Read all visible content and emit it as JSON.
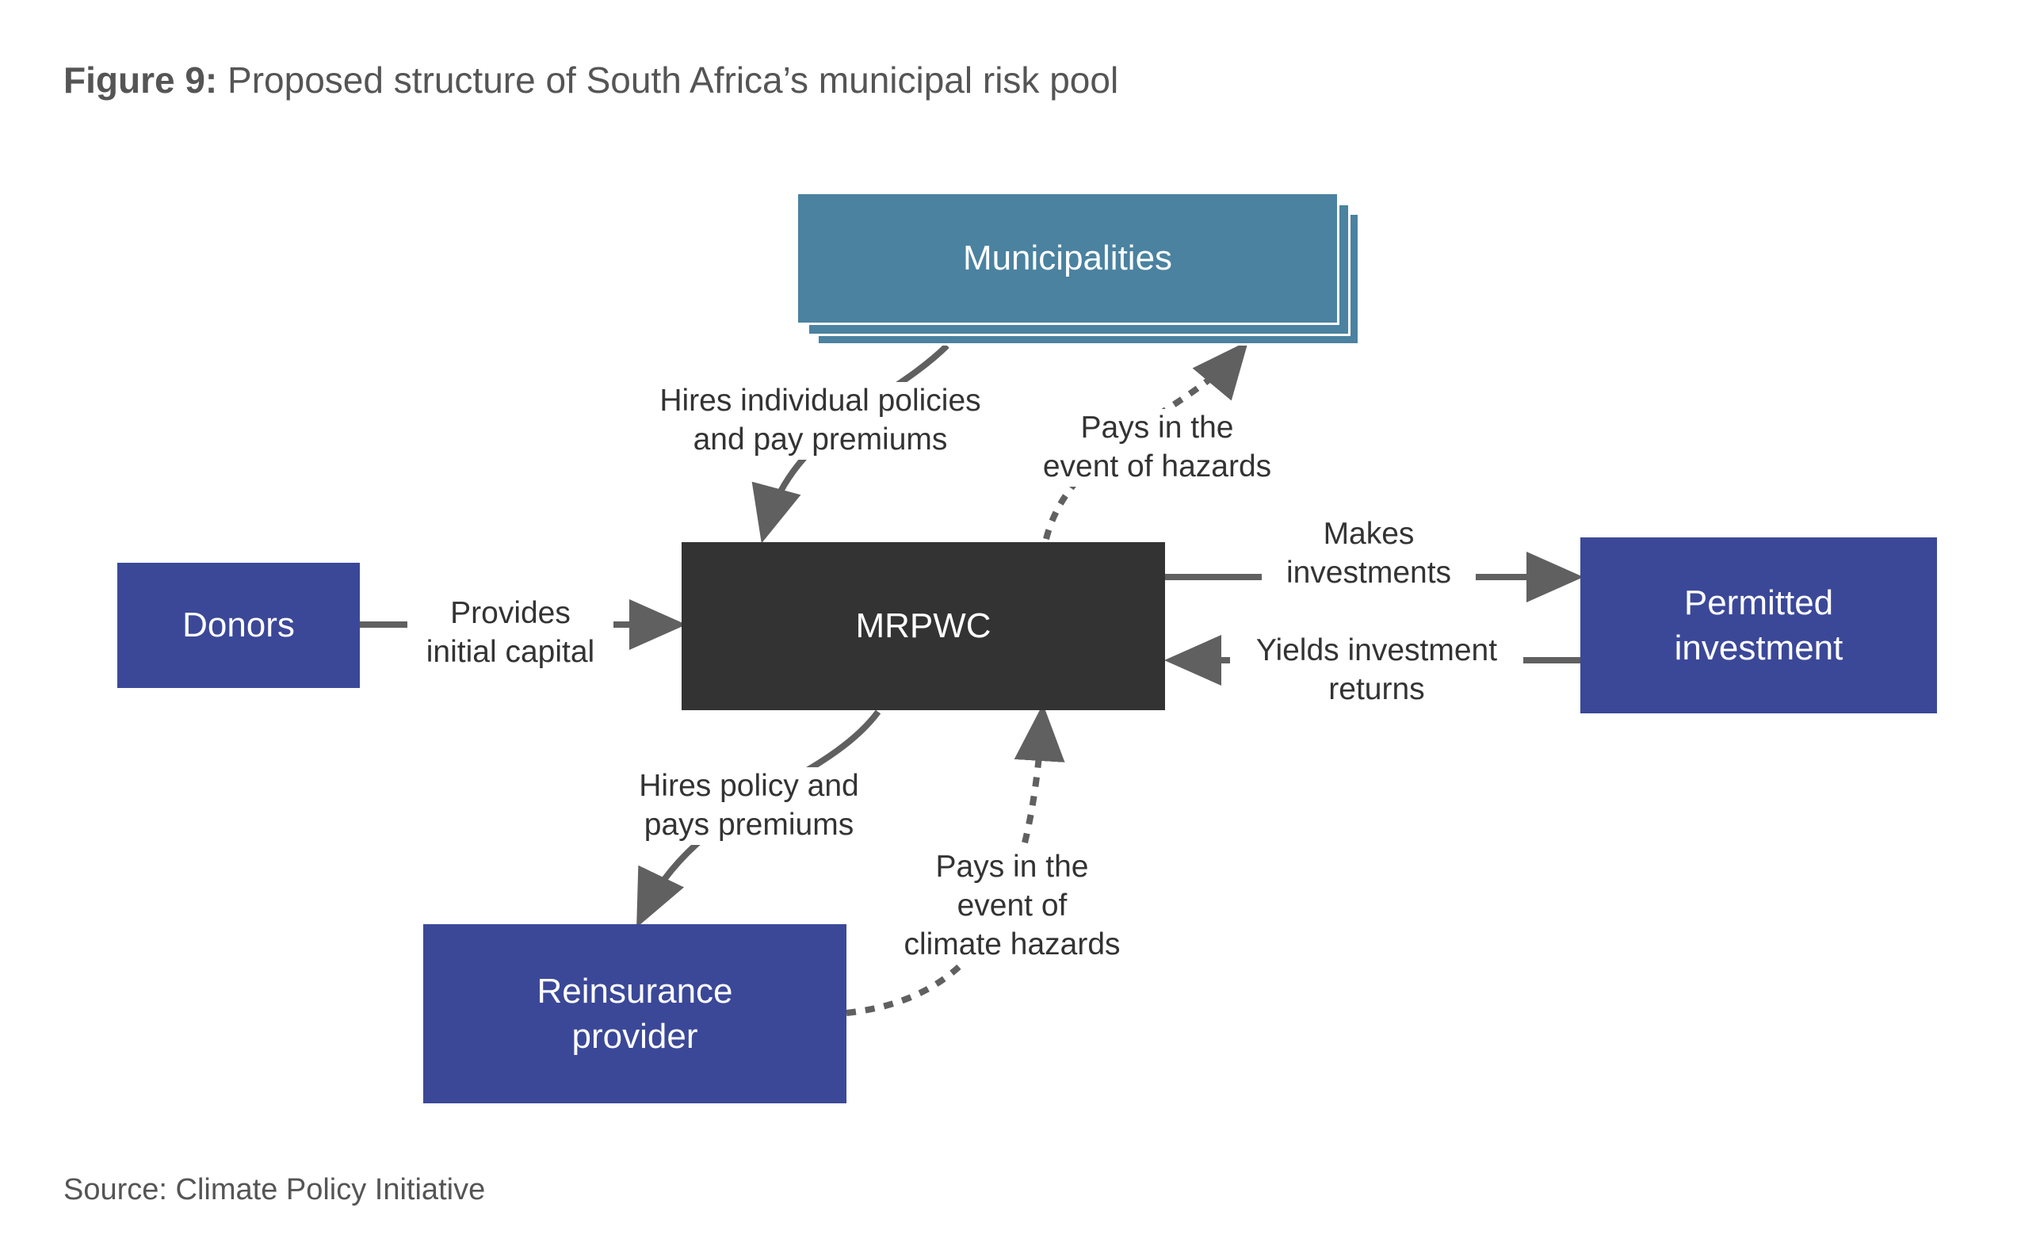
{
  "figure": {
    "label": "Figure 9:",
    "title": " Proposed structure of South Africa’s municipal risk pool",
    "source": "Source: Climate Policy Initiative"
  },
  "nodes": {
    "municipalities": "Municipalities",
    "donors": "Donors",
    "mrpwc": "MRPWC",
    "permitted_investment": "Permitted\ninvestment",
    "reinsurance_provider": "Reinsurance\nprovider"
  },
  "edges": {
    "donors_to_mrpwc": "Provides\ninitial capital",
    "municipalities_to_mrpwc": "Hires individual policies\nand pay premiums",
    "mrpwc_to_municipalities": "Pays in the\nevent of hazards",
    "mrpwc_to_investment": "Makes\ninvestments",
    "investment_to_mrpwc": "Yields investment\nreturns",
    "mrpwc_to_reinsurance": "Hires policy and\npays premiums",
    "reinsurance_to_mrpwc": "Pays in the\nevent of\nclimate hazards"
  },
  "colors": {
    "node_blue": "#3b4898",
    "node_dark": "#333333",
    "node_teal": "#4a82a0",
    "arrow": "#606060"
  }
}
